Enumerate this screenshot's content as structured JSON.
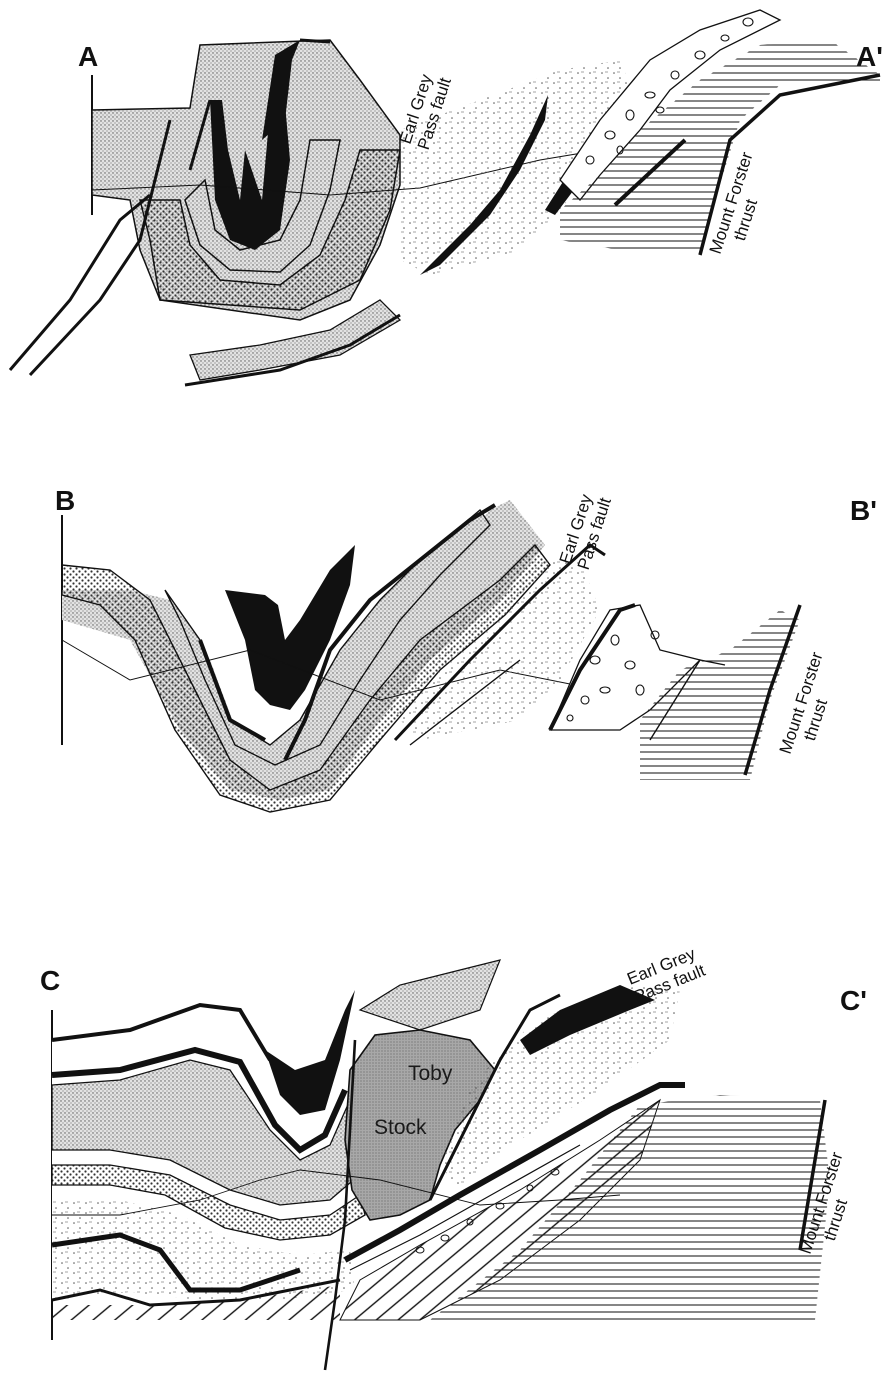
{
  "sections": [
    {
      "id": "A",
      "start_label": "A",
      "end_label": "A'",
      "labels": {
        "earl_grey": [
          "Earl Grey",
          "Pass fault"
        ],
        "mount_forster": [
          "Mount Forster",
          "thrust"
        ]
      }
    },
    {
      "id": "B",
      "start_label": "B",
      "end_label": "B'",
      "labels": {
        "earl_grey": [
          "Earl Grey",
          "Pass fault"
        ],
        "mount_forster": [
          "Mount Forster",
          "thrust"
        ]
      }
    },
    {
      "id": "C",
      "start_label": "C",
      "end_label": "C'",
      "labels": {
        "earl_grey": [
          "Earl Grey",
          "Pass fault"
        ],
        "mount_forster": [
          "Mount Forster",
          "thrust"
        ],
        "stock": [
          "Toby",
          "Stock"
        ]
      }
    }
  ],
  "colors": {
    "ink": "#111111",
    "paper": "#ffffff",
    "stipple": "#555555",
    "intrusion": "#9a9a9a"
  }
}
